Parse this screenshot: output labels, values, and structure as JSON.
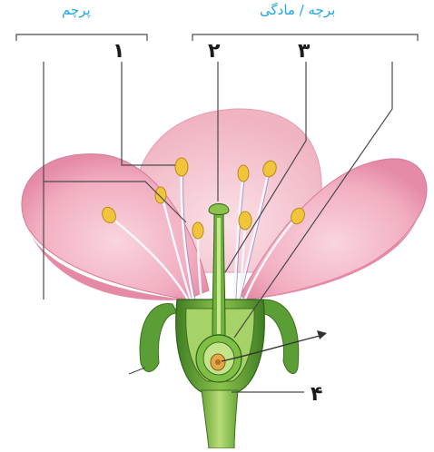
{
  "header": {
    "stamen_label": "پرچم",
    "pistil_label": "برچه / مادگی"
  },
  "labels": {
    "one": "۱",
    "two": "۲",
    "three": "۳",
    "four": "۴"
  },
  "colors": {
    "label_blue": "#1ea7e1",
    "petal": "#f2b3c3",
    "petal_dark": "#d97a98",
    "sepal_green": "#5fa33a",
    "ovary_light": "#b9dd7a",
    "anther_yellow": "#f0c53c",
    "leader_line": "#4a4a4a"
  }
}
